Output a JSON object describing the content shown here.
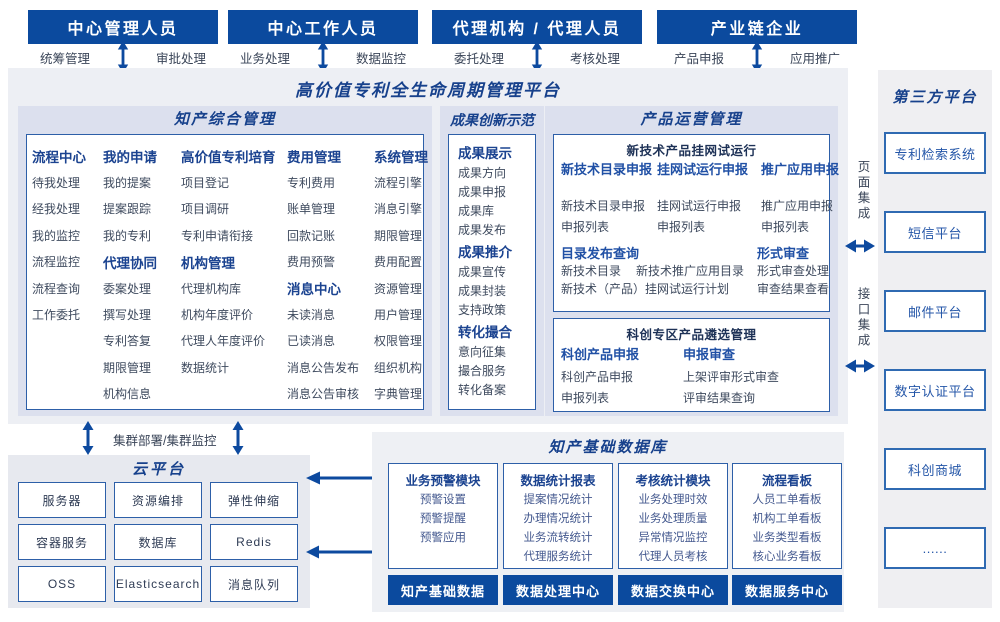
{
  "top_roles": [
    {
      "title": "中心管理人员",
      "left": "统筹管理",
      "right": "审批处理"
    },
    {
      "title": "中心工作人员",
      "left": "业务处理",
      "right": "数据监控"
    },
    {
      "title": "代理机构 / 代理人员",
      "left": "委托处理",
      "right": "考核处理"
    },
    {
      "title": "产业链企业",
      "left": "产品申报",
      "right": "应用推广"
    }
  ],
  "platform": {
    "title": "高价值专利全生命周期管理平台",
    "comprehensive": {
      "title": "知产综合管理",
      "columns": [
        {
          "rows": [
            {
              "text": "流程中心",
              "type": "header"
            },
            {
              "text": "待我处理",
              "type": "item"
            },
            {
              "text": "经我处理",
              "type": "item"
            },
            {
              "text": "我的监控",
              "type": "item"
            },
            {
              "text": "流程监控",
              "type": "item"
            },
            {
              "text": "流程查询",
              "type": "item"
            },
            {
              "text": "工作委托",
              "type": "item"
            }
          ]
        },
        {
          "rows": [
            {
              "text": "我的申请",
              "type": "header"
            },
            {
              "text": "我的提案",
              "type": "item"
            },
            {
              "text": "提案跟踪",
              "type": "item"
            },
            {
              "text": "我的专利",
              "type": "item"
            },
            {
              "text": "代理协同",
              "type": "header"
            },
            {
              "text": "委案处理",
              "type": "item"
            },
            {
              "text": "撰写处理",
              "type": "item"
            },
            {
              "text": "专利答复",
              "type": "item"
            },
            {
              "text": "期限管理",
              "type": "item"
            },
            {
              "text": "机构信息",
              "type": "item"
            }
          ]
        },
        {
          "rows": [
            {
              "text": "高价值专利培育",
              "type": "header"
            },
            {
              "text": "项目登记",
              "type": "item"
            },
            {
              "text": "项目调研",
              "type": "item"
            },
            {
              "text": "专利申请衔接",
              "type": "item"
            },
            {
              "text": "机构管理",
              "type": "header"
            },
            {
              "text": "代理机构库",
              "type": "item"
            },
            {
              "text": "机构年度评价",
              "type": "item"
            },
            {
              "text": "代理人年度评价",
              "type": "item"
            },
            {
              "text": "数据统计",
              "type": "item"
            }
          ]
        },
        {
          "rows": [
            {
              "text": "费用管理",
              "type": "header"
            },
            {
              "text": "专利费用",
              "type": "item"
            },
            {
              "text": "账单管理",
              "type": "item"
            },
            {
              "text": "回款记账",
              "type": "item"
            },
            {
              "text": "费用预警",
              "type": "item"
            },
            {
              "text": "消息中心",
              "type": "header"
            },
            {
              "text": "未读消息",
              "type": "item"
            },
            {
              "text": "已读消息",
              "type": "item"
            },
            {
              "text": "消息公告发布",
              "type": "item"
            },
            {
              "text": "消息公告审核",
              "type": "item"
            }
          ]
        },
        {
          "rows": [
            {
              "text": "系统管理",
              "type": "header"
            },
            {
              "text": "流程引擎",
              "type": "item"
            },
            {
              "text": "消息引擎",
              "type": "item"
            },
            {
              "text": "期限管理",
              "type": "item"
            },
            {
              "text": "费用配置",
              "type": "item"
            },
            {
              "text": "资源管理",
              "type": "item"
            },
            {
              "text": "用户管理",
              "type": "item"
            },
            {
              "text": "权限管理",
              "type": "item"
            },
            {
              "text": "组织机构",
              "type": "item"
            },
            {
              "text": "字典管理",
              "type": "item"
            }
          ]
        }
      ]
    },
    "innovation": {
      "title": "成果创新示范",
      "rows": [
        {
          "text": "成果展示",
          "type": "header"
        },
        {
          "text": "成果方向",
          "type": "item"
        },
        {
          "text": "成果申报",
          "type": "item"
        },
        {
          "text": "成果库",
          "type": "item"
        },
        {
          "text": "成果发布",
          "type": "item"
        },
        {
          "text": "成果推介",
          "type": "header"
        },
        {
          "text": "成果宣传",
          "type": "item"
        },
        {
          "text": "成果封装",
          "type": "item"
        },
        {
          "text": "支持政策",
          "type": "item"
        },
        {
          "text": "转化撮合",
          "type": "header"
        },
        {
          "text": "意向征集",
          "type": "item"
        },
        {
          "text": "撮合服务",
          "type": "item"
        },
        {
          "text": "转化备案",
          "type": "item"
        }
      ]
    },
    "operation": {
      "title": "产品运营管理",
      "box1": {
        "title": "新技术产品挂网试运行",
        "columns": [
          {
            "header": "新技术目录申报",
            "items": [
              "新技术目录申报",
              "申报列表"
            ]
          },
          {
            "header": "挂网试运行申报",
            "items": [
              "挂网试运行申报",
              "申报列表"
            ]
          },
          {
            "header": "推广应用申报",
            "items": [
              "推广应用申报",
              "申报列表"
            ]
          }
        ],
        "catalog": {
          "header": "目录发布查询",
          "row1": [
            "新技术目录",
            "新技术推广应用目录"
          ],
          "row2": "新技术（产品）挂网试运行计划"
        },
        "review": {
          "header": "形式审查",
          "items": [
            "形式审查处理",
            "审查结果查看"
          ]
        }
      },
      "box2": {
        "title": "科创专区产品遴选管理",
        "columns": [
          {
            "header": "科创产品申报",
            "items": [
              "科创产品申报",
              "申报列表"
            ]
          },
          {
            "header": "申报审查",
            "items": [
              "上架评审形式审查",
              "评审结果查询"
            ]
          }
        ]
      }
    }
  },
  "cluster_label": "集群部署/集群监控",
  "cloud": {
    "title": "云平台",
    "services": [
      "服务器",
      "资源编排",
      "弹性伸缩",
      "容器服务",
      "数据库",
      "Redis",
      "OSS",
      "Elasticsearch",
      "消息队列"
    ]
  },
  "database": {
    "title": "知产基础数据库",
    "modules": [
      {
        "header": "业务预警模块",
        "items": [
          "预警设置",
          "预警提醒",
          "预警应用"
        ],
        "bar": "知产基础数据"
      },
      {
        "header": "数据统计报表",
        "items": [
          "提案情况统计",
          "办理情况统计",
          "业务流转统计",
          "代理服务统计"
        ],
        "bar": "数据处理中心"
      },
      {
        "header": "考核统计模块",
        "items": [
          "业务处理时效",
          "业务处理质量",
          "异常情况监控",
          "代理人员考核"
        ],
        "bar": "数据交换中心"
      },
      {
        "header": "流程看板",
        "items": [
          "人员工单看板",
          "机构工单看板",
          "业务类型看板",
          "核心业务看板"
        ],
        "bar": "数据服务中心"
      }
    ]
  },
  "integration": {
    "page": "页面集成",
    "api": "接口集成"
  },
  "third_party": {
    "title": "第三方平台",
    "platforms": [
      "专利检索系统",
      "短信平台",
      "邮件平台",
      "数字认证平台",
      "科创商城",
      "......"
    ]
  },
  "colors": {
    "primary": "#0b4a9e",
    "border": "#2d5fa8",
    "title": "#17418c",
    "arrow": "#0d4a9f",
    "section_bg": "#dce0ee",
    "platform_bg": "#edeff4"
  }
}
